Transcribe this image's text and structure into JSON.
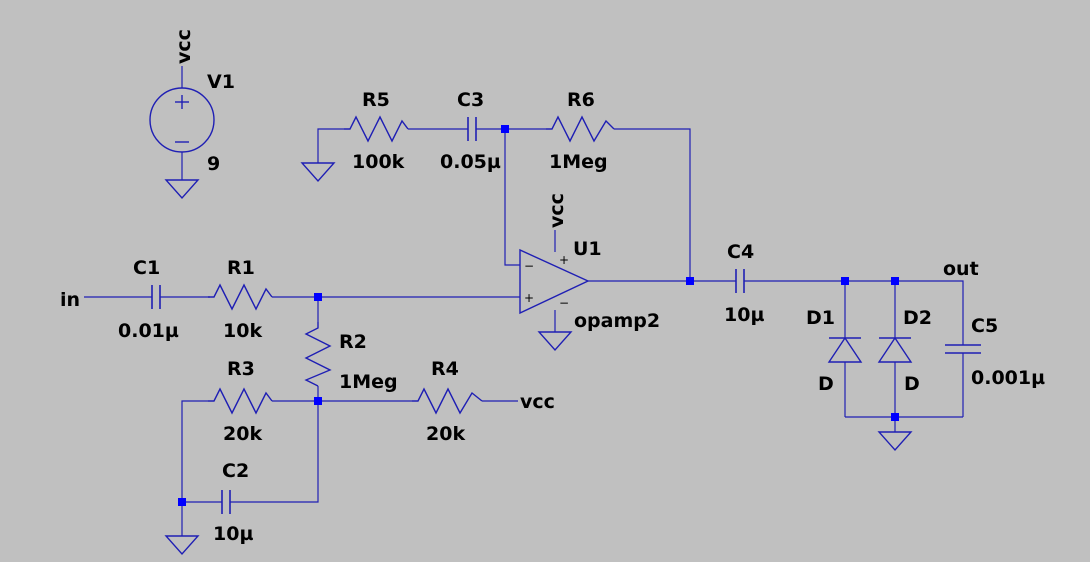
{
  "components": {
    "V1": {
      "name": "V1",
      "value": "9",
      "net": "vcc"
    },
    "R1": {
      "name": "R1",
      "value": "10k"
    },
    "R2": {
      "name": "R2",
      "value": "1Meg"
    },
    "R3": {
      "name": "R3",
      "value": "20k"
    },
    "R4": {
      "name": "R4",
      "value": "20k",
      "net": "vcc"
    },
    "R5": {
      "name": "R5",
      "value": "100k"
    },
    "R6": {
      "name": "R6",
      "value": "1Meg"
    },
    "C1": {
      "name": "C1",
      "value": "0.01µ"
    },
    "C2": {
      "name": "C2",
      "value": "10µ"
    },
    "C3": {
      "name": "C3",
      "value": "0.05µ"
    },
    "C4": {
      "name": "C4",
      "value": "10µ"
    },
    "C5": {
      "name": "C5",
      "value": "0.001µ"
    },
    "D1": {
      "name": "D1",
      "value": "D"
    },
    "D2": {
      "name": "D2",
      "value": "D"
    },
    "U1": {
      "name": "U1",
      "value": "opamp2",
      "net": "vcc"
    }
  },
  "nets": {
    "input": "in",
    "output": "out"
  },
  "pins": {
    "plus": "+",
    "minus": "−",
    "vplus": "+",
    "vminus": "−"
  }
}
